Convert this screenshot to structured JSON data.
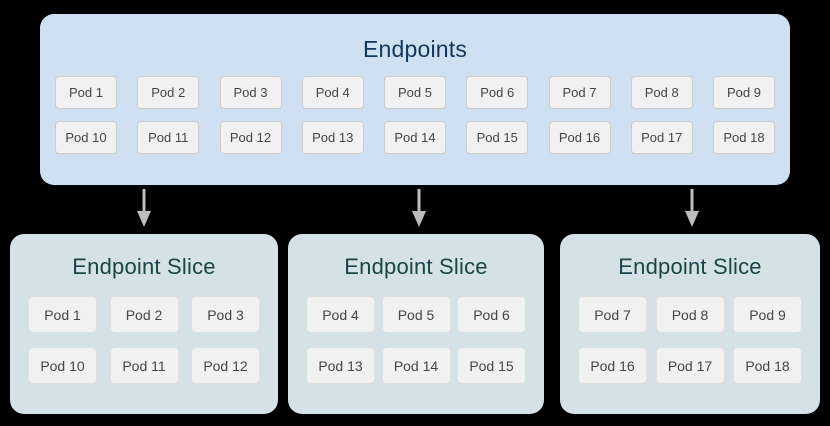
{
  "colors": {
    "page_background": "#000000",
    "endpoints_background": "#cfe0f3",
    "endpoints_title": "#13355e",
    "slice_background": "#d4e2e5",
    "slice_title": "#1d4449",
    "chip_background": "#f1f1f1",
    "chip_text": "#454545",
    "arrow": "#bdbdbd"
  },
  "endpoints": {
    "title": "Endpoints",
    "rows": [
      [
        "Pod 1",
        "Pod 2",
        "Pod 3",
        "Pod 4",
        "Pod 5",
        "Pod 6",
        "Pod 7",
        "Pod 8",
        "Pod 9"
      ],
      [
        "Pod 10",
        "Pod 11",
        "Pod 12",
        "Pod 13",
        "Pod 14",
        "Pod 15",
        "Pod 16",
        "Pod 17",
        "Pod 18"
      ]
    ]
  },
  "arrows": [
    {
      "name": "arrow-to-slice-1"
    },
    {
      "name": "arrow-to-slice-2"
    },
    {
      "name": "arrow-to-slice-3"
    }
  ],
  "slices": [
    {
      "title": "Endpoint Slice",
      "rows": [
        [
          "Pod 1",
          "Pod 2",
          "Pod 3"
        ],
        [
          "Pod 10",
          "Pod 11",
          "Pod 12"
        ]
      ]
    },
    {
      "title": "Endpoint Slice",
      "rows": [
        [
          "Pod 4",
          "Pod 5",
          "Pod 6"
        ],
        [
          "Pod 13",
          "Pod 14",
          "Pod 15"
        ]
      ]
    },
    {
      "title": "Endpoint Slice",
      "rows": [
        [
          "Pod 7",
          "Pod 8",
          "Pod 9"
        ],
        [
          "Pod 16",
          "Pod 17",
          "Pod 18"
        ]
      ]
    }
  ]
}
